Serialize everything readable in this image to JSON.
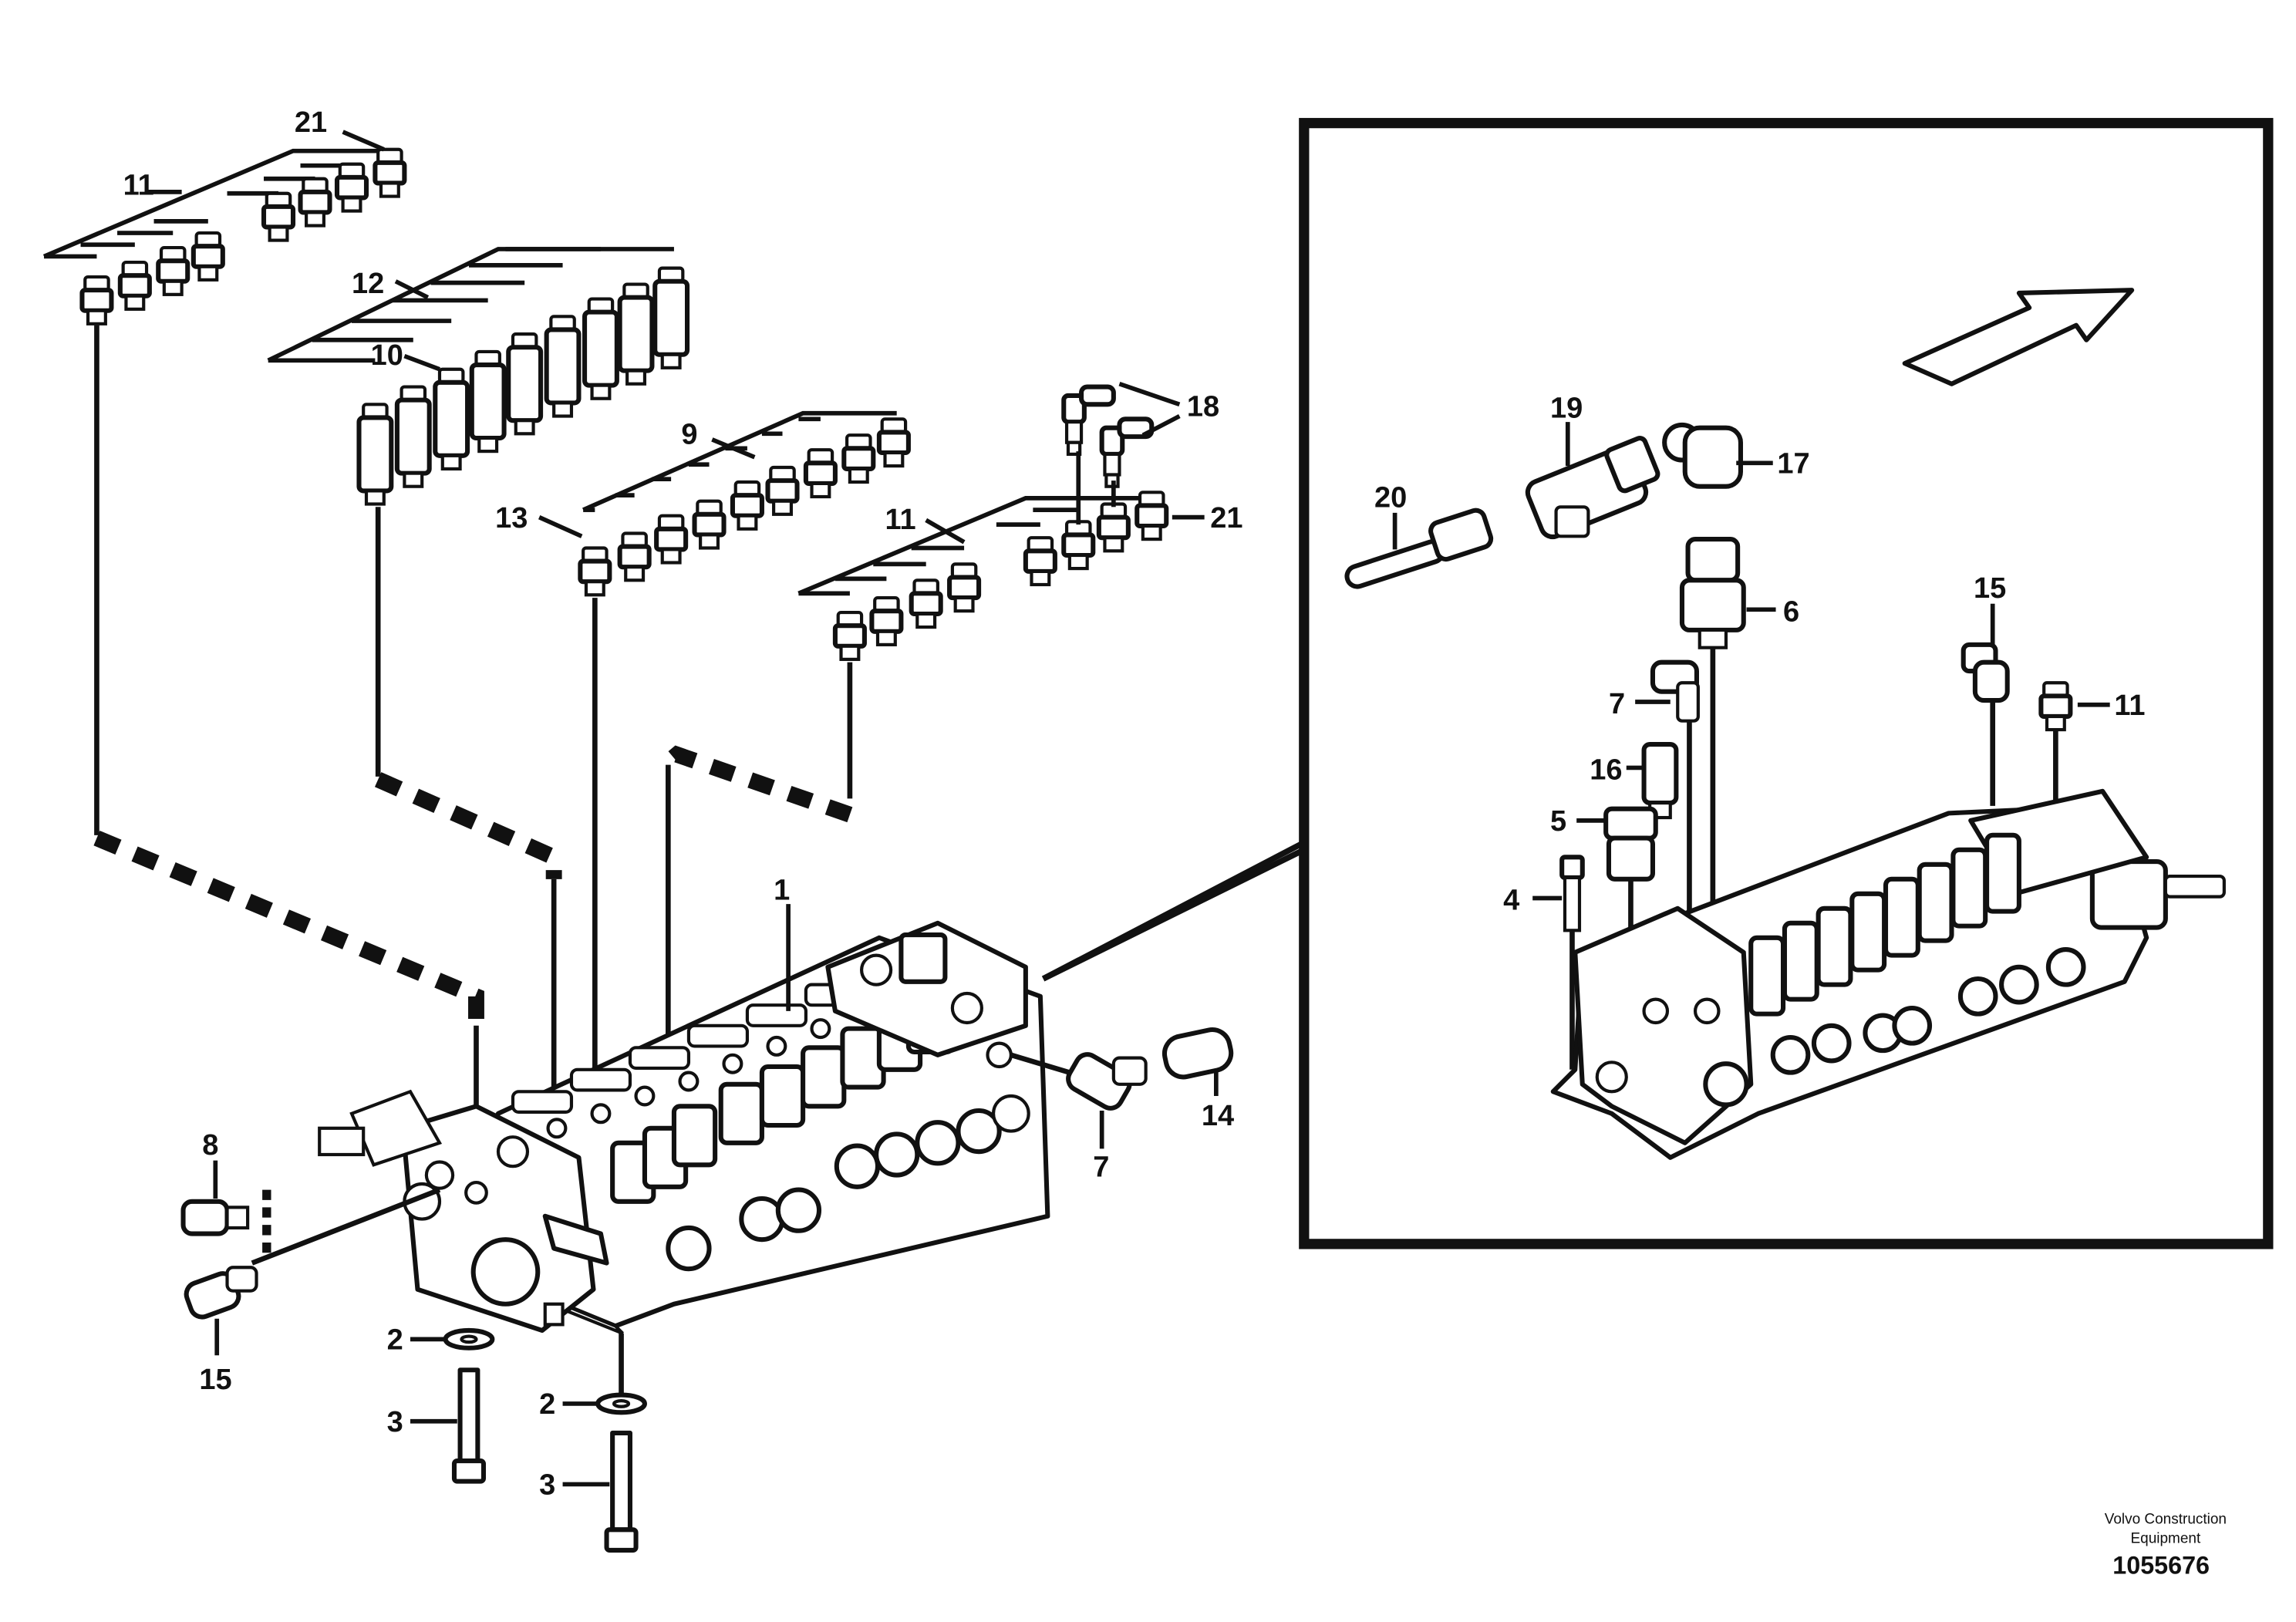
{
  "callouts": {
    "c21a": "21",
    "c11a": "11",
    "c12": "12",
    "c10": "10",
    "c18": "18",
    "c9": "9",
    "c13": "13",
    "c11b": "11",
    "c21b": "21",
    "c1": "1",
    "c14": "14",
    "c7a": "7",
    "c8": "8",
    "c15a": "15",
    "c2a": "2",
    "c3a": "3",
    "c2b": "2",
    "c3b": "3",
    "c19": "19",
    "c17": "17",
    "c20": "20",
    "c6": "6",
    "c15b": "15",
    "c7b": "7",
    "c11c": "11",
    "c16": "16",
    "c5": "5",
    "c4": "4"
  },
  "footer": {
    "brand_line1": "Volvo Construction",
    "brand_line2": "Equipment",
    "drawing_number": "1055676"
  }
}
